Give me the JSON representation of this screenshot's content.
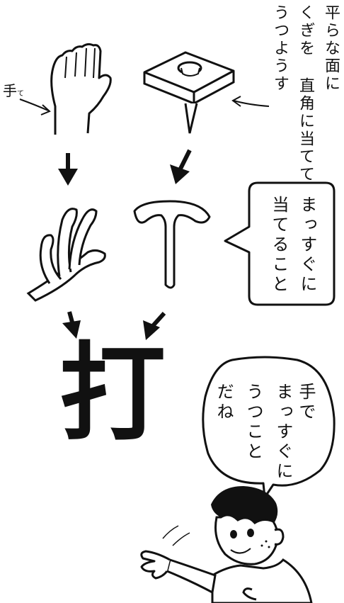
{
  "caption": {
    "lines": [
      "平らな面に",
      "くぎを 直角に当てて",
      "うつようす"
    ]
  },
  "hand_label": "手",
  "hand_label_ruby": "て",
  "bubble_middle": {
    "lines": [
      "まっすぐに",
      "当てること"
    ]
  },
  "bubble_bottom": {
    "lines": [
      "手で",
      "まっすぐに",
      "うつこと",
      "だね"
    ]
  },
  "kanji": "打",
  "colors": {
    "ink": "#111111",
    "paper": "#ffffff"
  }
}
